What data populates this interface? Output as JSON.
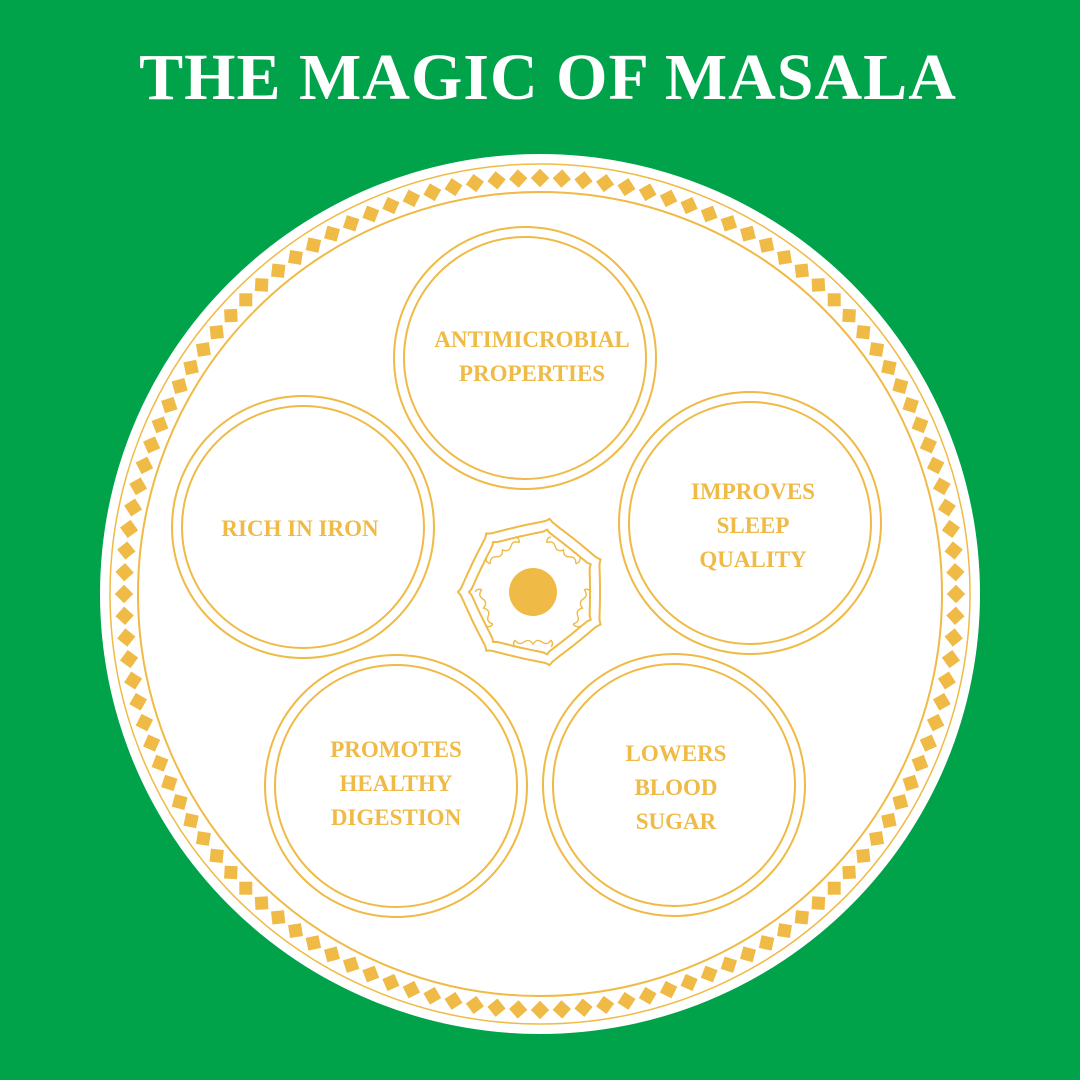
{
  "title": "THE MAGIC OF MASALA",
  "colors": {
    "background": "#00A34A",
    "gold": "#EFBA45",
    "plate": "#FFFFFF"
  },
  "benefits": [
    {
      "lines": [
        "ANTIMICROBIAL",
        "PROPERTIES"
      ]
    },
    {
      "lines": [
        "RICH IN IRON"
      ]
    },
    {
      "lines": [
        "IMPROVES",
        "SLEEP",
        "QUALITY"
      ]
    },
    {
      "lines": [
        "PROMOTES",
        "HEALTHY",
        "DIGESTION"
      ]
    },
    {
      "lines": [
        "LOWERS",
        "BLOOD",
        "SUGAR"
      ]
    }
  ]
}
